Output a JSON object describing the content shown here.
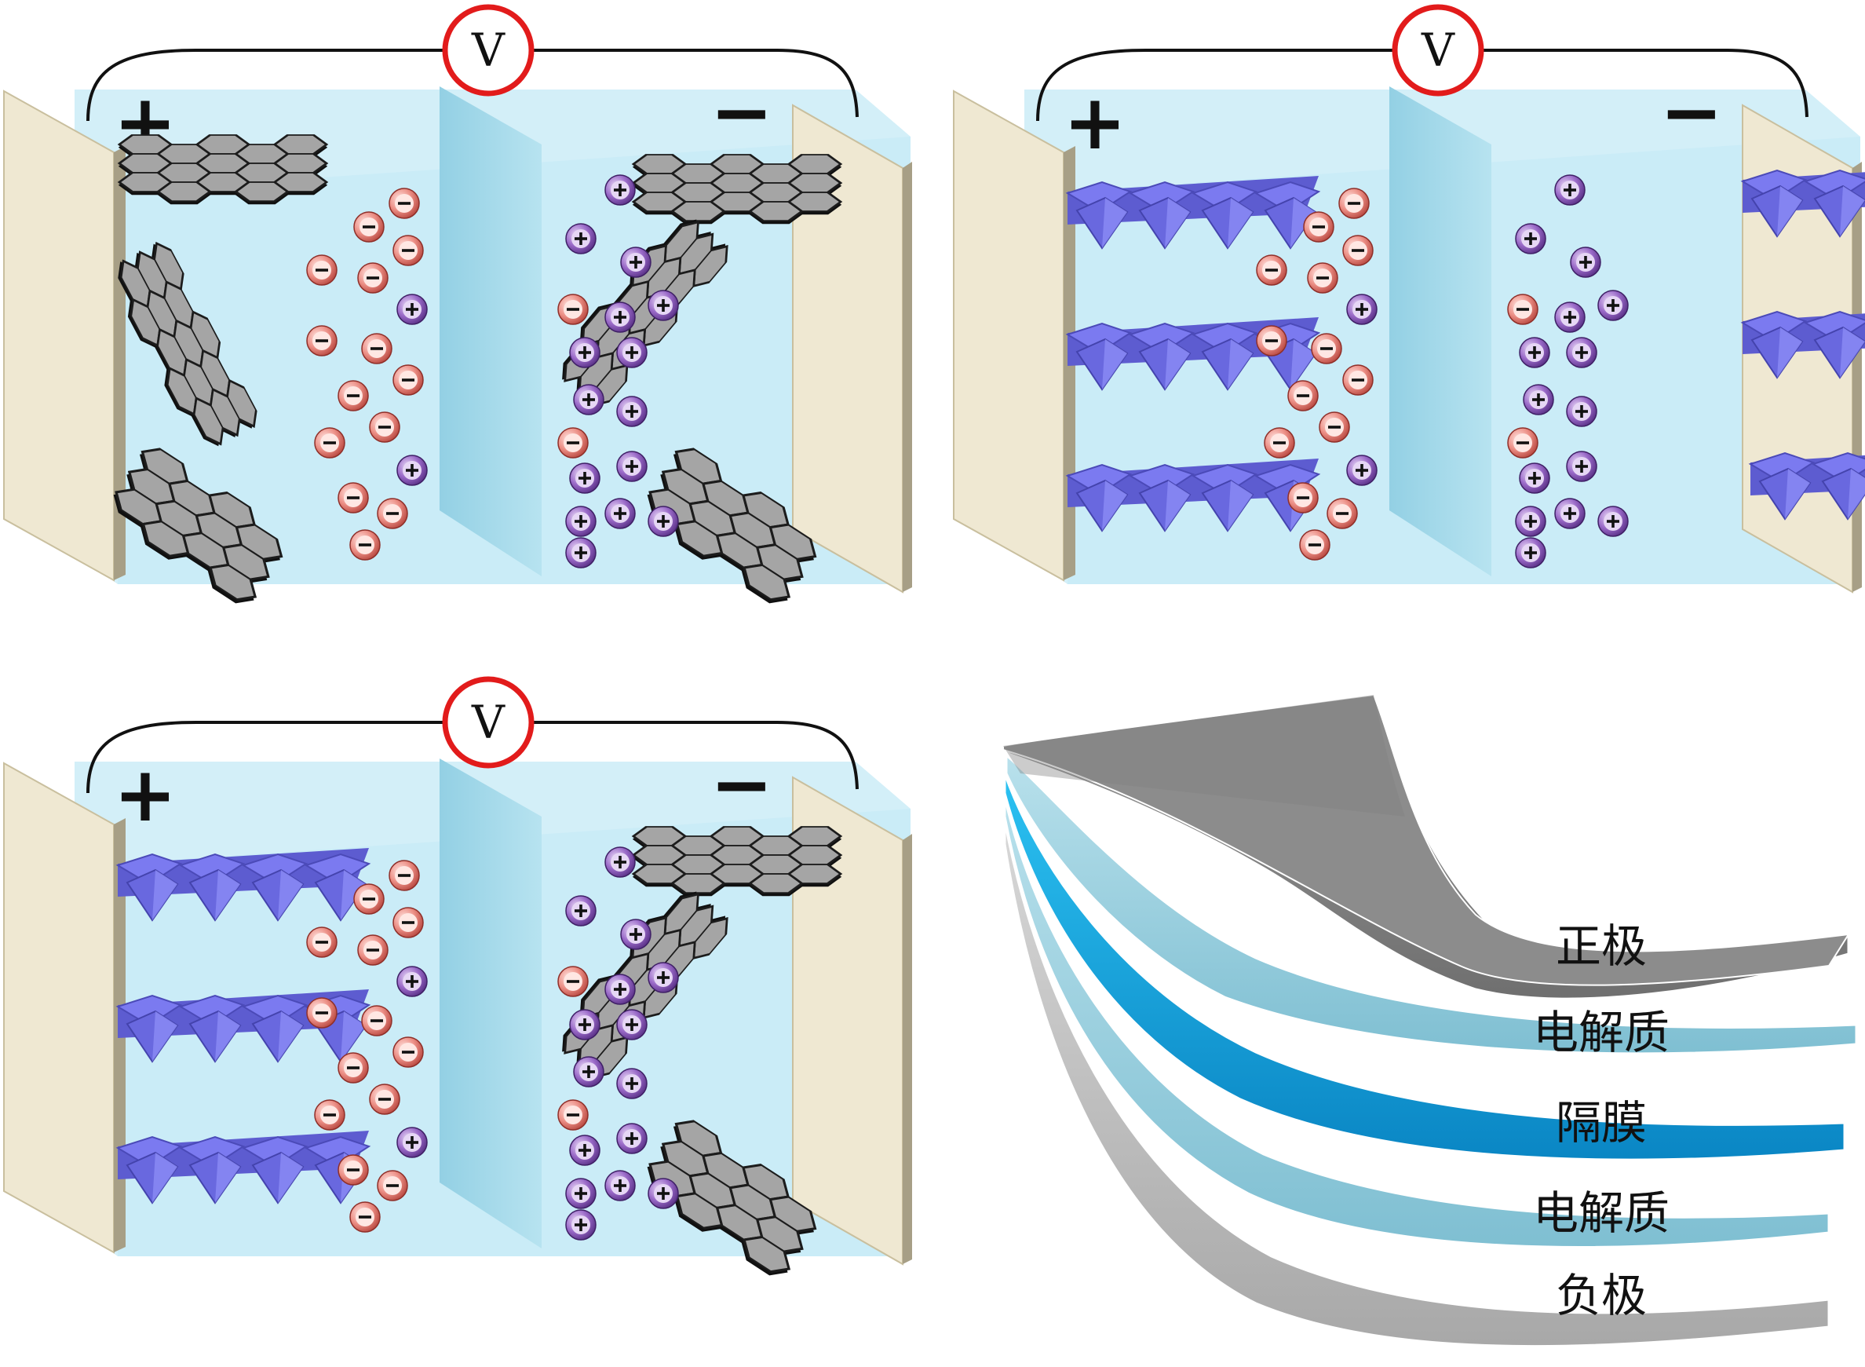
{
  "figure": {
    "voltmeter_symbol": "V",
    "positive_symbol": "+",
    "negative_symbol": "−",
    "ion_positive_symbol": "+",
    "ion_negative_symbol": "−",
    "panels": [
      {
        "id": "carbon-carbon",
        "left_electrode_material": "graphene-sheets",
        "right_electrode_material": "graphene-sheets"
      },
      {
        "id": "pseudocapacitive",
        "left_electrode_material": "layered-octahedral-oxide",
        "right_electrode_material": "layered-octahedral-oxide"
      },
      {
        "id": "hybrid",
        "left_electrode_material": "layered-octahedral-oxide",
        "right_electrode_material": "graphene-sheets"
      }
    ],
    "layers": [
      {
        "key": "positive_electrode",
        "label": "正极",
        "color": "#8e8e8e"
      },
      {
        "key": "electrolyte_top",
        "label": "电解质",
        "color": "#9fd3e3"
      },
      {
        "key": "separator",
        "label": "隔膜",
        "color": "#18b0e6"
      },
      {
        "key": "electrolyte_bottom",
        "label": "电解质",
        "color": "#9fd3e3"
      },
      {
        "key": "negative_electrode",
        "label": "负极",
        "color": "#c8c8c8"
      }
    ]
  },
  "colors": {
    "electrolyte": "#cdeef8",
    "separator": "#a3d9ea",
    "electrode": "#efe8d2",
    "anion": "#f19c94",
    "cation": "#9b6cc7",
    "graphene": "#9a9a9a",
    "oxide": "#6f6ee6",
    "voltmeter_ring": "#e21b1b"
  }
}
